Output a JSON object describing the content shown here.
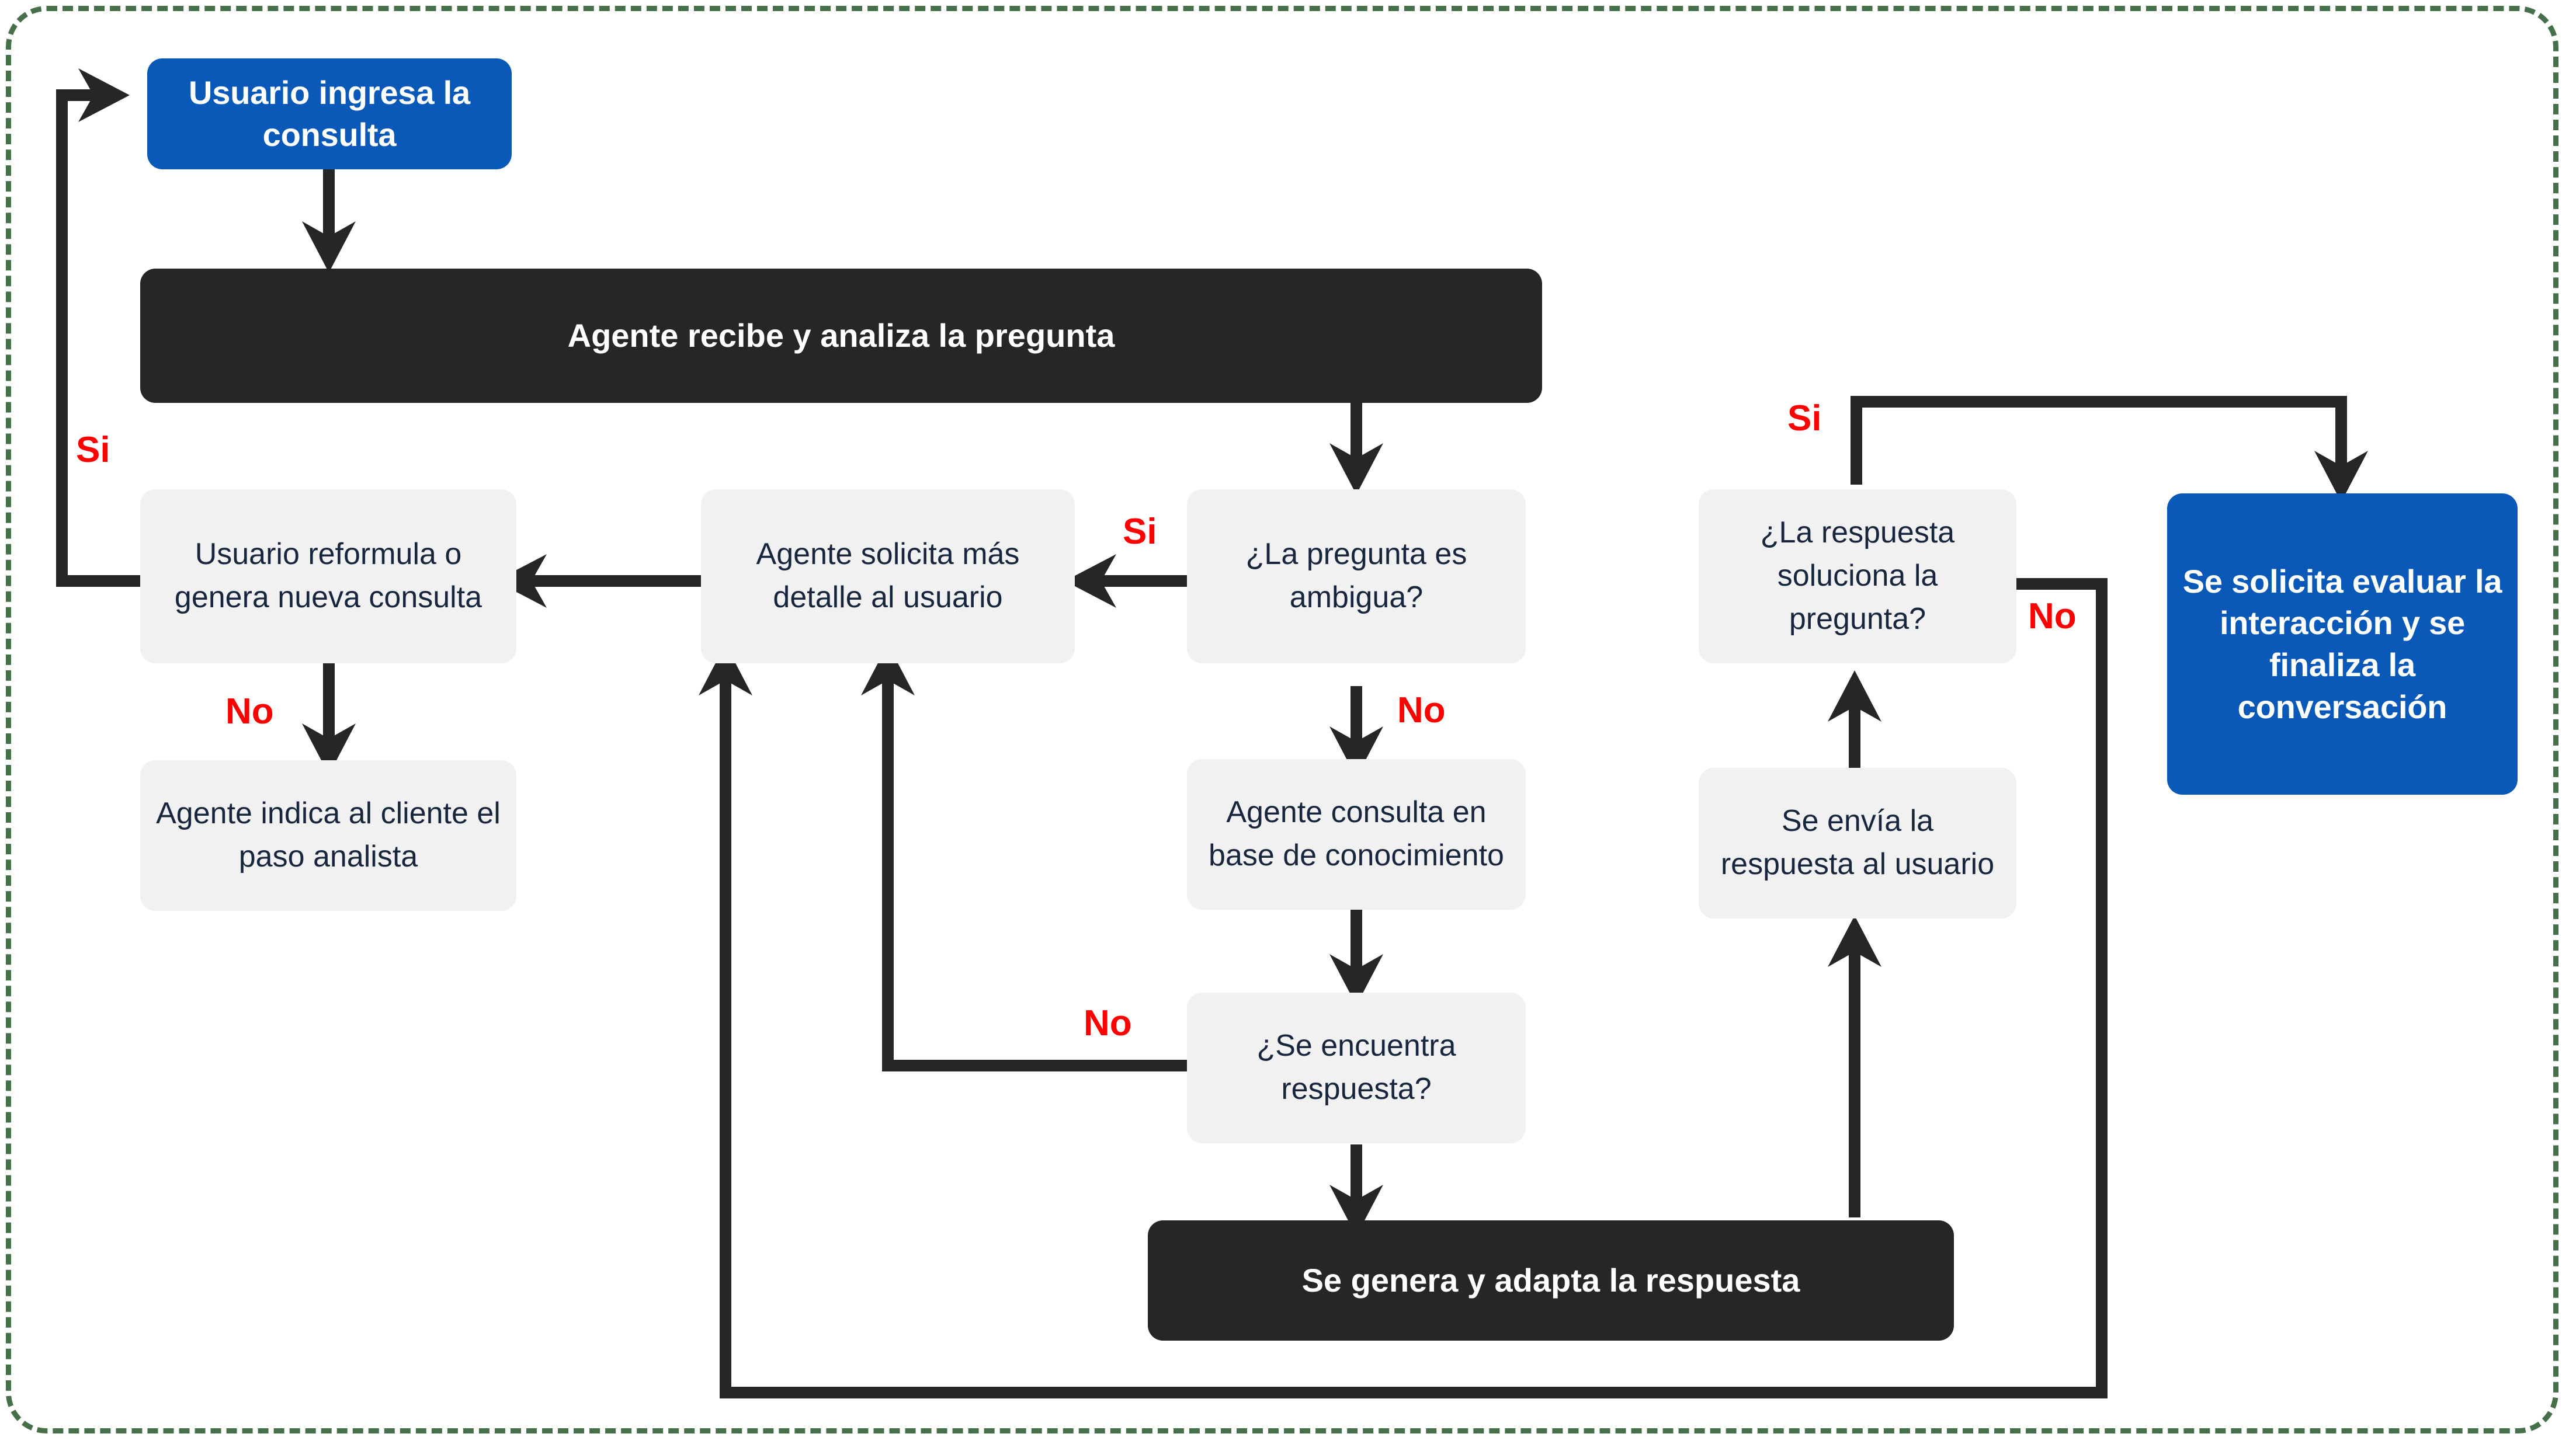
{
  "diagram": {
    "title_text_language": "es",
    "frame": {
      "style": "dashed",
      "color": "#46704a"
    },
    "colors": {
      "accent_blue": "#0a59b9",
      "dark": "#262626",
      "gray": "#f1f1f1",
      "gray_text": "#17263c",
      "label_red": "#ff0000",
      "connector": "#262626",
      "frame_green": "#46704a"
    },
    "nodes": [
      {
        "id": "usuario-ingresa",
        "label": "Usuario ingresa la consulta",
        "kind": "blue"
      },
      {
        "id": "agente-recibe",
        "label": "Agente recibe y analiza la pregunta",
        "kind": "dark"
      },
      {
        "id": "usuario-reformula",
        "label": "Usuario reformula o genera nueva consulta",
        "kind": "gray"
      },
      {
        "id": "agente-solicita",
        "label": "Agente solicita más detalle al usuario",
        "kind": "gray"
      },
      {
        "id": "pregunta-ambigua",
        "label": "¿La pregunta es ambigua?",
        "kind": "gray"
      },
      {
        "id": "respuesta-soluciona",
        "label": "¿La respuesta soluciona la pregunta?",
        "kind": "gray"
      },
      {
        "id": "se-solicita-evaluar",
        "label": "Se solicita evaluar la interacción y se finaliza la conversación",
        "kind": "blue"
      },
      {
        "id": "agente-indica",
        "label": "Agente indica al cliente el paso analista",
        "kind": "gray"
      },
      {
        "id": "agente-consulta",
        "label": "Agente consulta en base de conocimiento",
        "kind": "gray"
      },
      {
        "id": "se-envia",
        "label": "Se envía la respuesta al usuario",
        "kind": "gray"
      },
      {
        "id": "se-encuentra",
        "label": "¿Se encuentra respuesta?",
        "kind": "gray"
      },
      {
        "id": "se-genera",
        "label": "Se genera y adapta la respuesta",
        "kind": "dark"
      }
    ],
    "edge_labels": [
      {
        "id": "si-left",
        "text": "Si"
      },
      {
        "id": "no-left",
        "text": "No"
      },
      {
        "id": "si-ambigua",
        "text": "Si"
      },
      {
        "id": "no-ambigua",
        "text": "No"
      },
      {
        "id": "no-encuentra",
        "text": "No"
      },
      {
        "id": "si-soluciona",
        "text": "Si"
      },
      {
        "id": "no-soluciona",
        "text": "No"
      }
    ]
  }
}
